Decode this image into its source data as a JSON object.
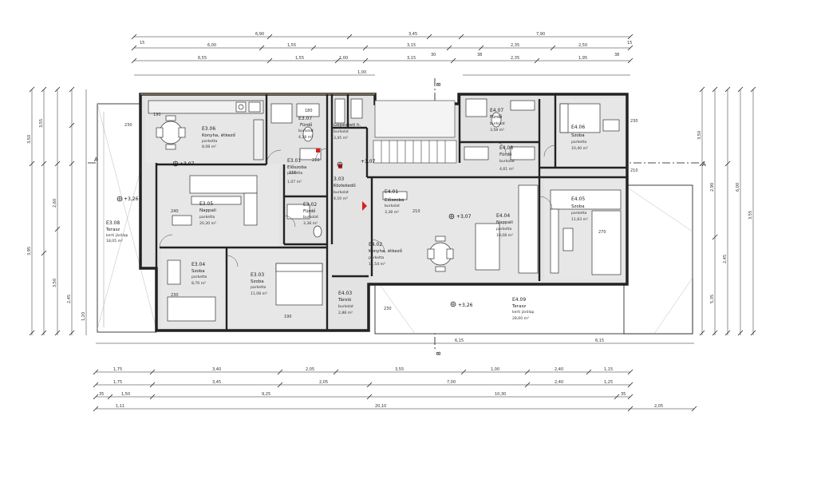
{
  "drawing": {
    "rooms": [
      {
        "id": "E3.06",
        "name": "Konyha, étkező",
        "finish": "parketta",
        "area": "8,08 m²"
      },
      {
        "id": "E3.07",
        "name": "Fürdő",
        "finish": "burkolat",
        "area": "4,38 m²"
      },
      {
        "id": "E3.01",
        "name": "Előszoba",
        "finish": "parketta",
        "area": "1,07 m²"
      },
      {
        "id": "E3.05",
        "name": "Nappali",
        "finish": "parketta",
        "area": "20,30 m²"
      },
      {
        "id": "E3.02",
        "name": "Fürdő",
        "finish": "burkolat",
        "area": "3,38 m²"
      },
      {
        "id": "E3.08",
        "name": "Terasz",
        "finish": "kerti járólap",
        "area": "18,05 m²"
      },
      {
        "id": "E3.04",
        "name": "Szoba",
        "finish": "parketta",
        "area": "8,70 m²"
      },
      {
        "id": "E3.03",
        "name": "Szoba",
        "finish": "parketta",
        "area": "11,08 m²"
      },
      {
        "id": "3.03",
        "name": "Közlekedő",
        "finish": "burkolat",
        "area": "4,10 m²"
      },
      {
        "id": "Gépészeti",
        "name": "Gépészeti h.",
        "finish": "burkolat",
        "area": "3,45 m²"
      },
      {
        "id": "E4.03",
        "name": "Tároló",
        "finish": "burkolat",
        "area": "2,88 m²"
      },
      {
        "id": "E4.01",
        "name": "Előszoba",
        "finish": "burkolat",
        "area": "3,38 m²"
      },
      {
        "id": "E4.02",
        "name": "Konyha, étkező",
        "finish": "parketta",
        "area": "11,54 m²"
      },
      {
        "id": "E4.04",
        "name": "Nappali",
        "finish": "parketta",
        "area": "18,08 m²"
      },
      {
        "id": "E4.07",
        "name": "Fürdő",
        "finish": "burkolat",
        "area": "3,58 m²"
      },
      {
        "id": "E4.08",
        "name": "Fürdő",
        "finish": "burkolat",
        "area": "4,61 m²"
      },
      {
        "id": "E4.06",
        "name": "Szoba",
        "finish": "parketta",
        "area": "10,40 m²"
      },
      {
        "id": "E4.05",
        "name": "Szoba",
        "finish": "parketta",
        "area": "11,83 m²"
      },
      {
        "id": "E4.09",
        "name": "Terasz",
        "finish": "kerti járólap",
        "area": "28,60 m²"
      }
    ],
    "levels": {
      "l1": "+3,07",
      "l2": "+3,26",
      "l3": "+3,07",
      "l4": "+3,26",
      "l5": "+3,07"
    },
    "section_marks": {
      "a_left": "A",
      "a_right": "A",
      "b_top": "B",
      "b_bottom": "B"
    },
    "dims_top": {
      "row1": [
        "6,90",
        "3,45",
        "7,90"
      ],
      "row2": [
        "6,00",
        "1,55",
        "3,15",
        "2,35",
        "2,50"
      ],
      "row3": [
        "6,55",
        "1,55",
        "1,00",
        "3,15",
        "2,35",
        "1,95"
      ],
      "small": [
        "15",
        "1,00",
        "30",
        "38",
        "38",
        "15"
      ]
    },
    "dims_bottom": {
      "row1": [
        "1,75",
        "3,40",
        "2,05",
        "3,55",
        "1,00",
        "2,40",
        "1,15"
      ],
      "row2": [
        "1,75",
        "3,45",
        "2,05",
        "7,00",
        "2,40",
        "1,25"
      ],
      "row3": [
        "35",
        "1,50",
        "9,25",
        "10,30",
        "35"
      ],
      "row4": [
        "1,11",
        "20,10",
        "2,05"
      ],
      "under": [
        "6,15",
        "6,15"
      ]
    },
    "dims_left": [
      "3,50",
      "3,95",
      "3,55",
      "2,60",
      "3,50",
      "2,45",
      "1,20"
    ],
    "dims_right": [
      "3,50",
      "2,90",
      "5,35",
      "3,55",
      "2,45",
      "6,00"
    ],
    "inside_dims": [
      "230",
      "210",
      "210",
      "230",
      "240",
      "230",
      "190",
      "210",
      "230",
      "180",
      "270",
      "210",
      "190"
    ]
  }
}
